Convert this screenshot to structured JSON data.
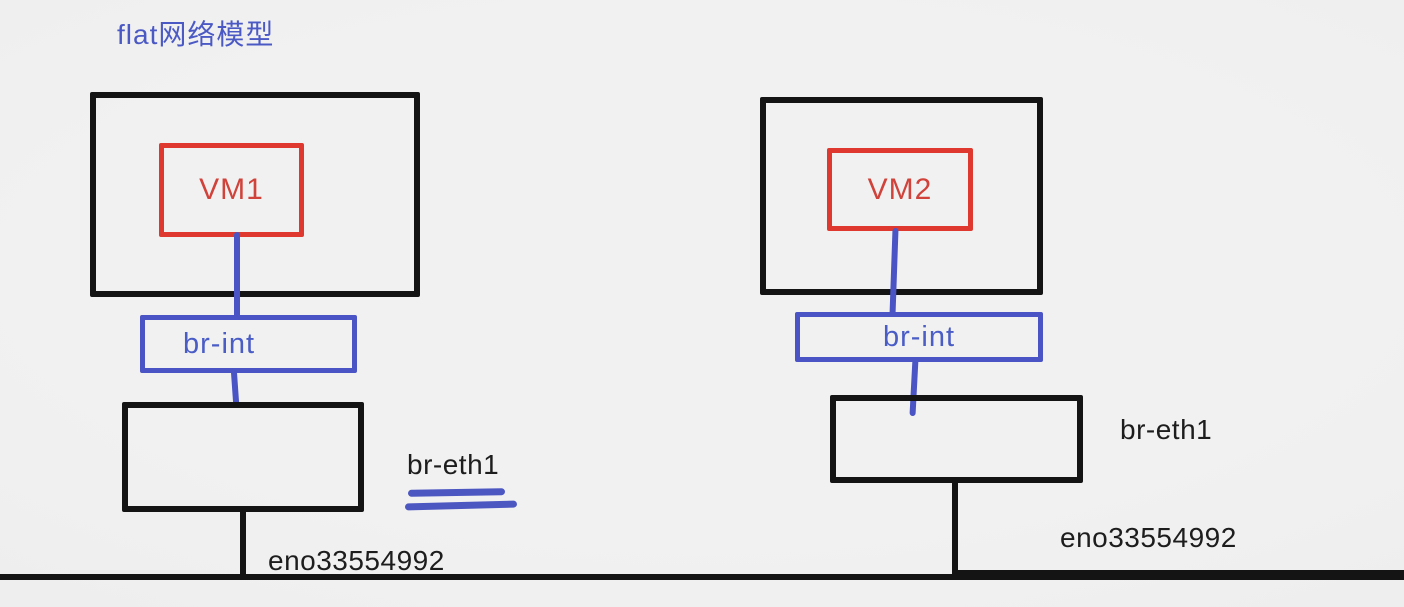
{
  "title": "flat网络模型",
  "colors": {
    "bg": "#ededed",
    "ink": "#141414",
    "blue": "#4a54c4",
    "red": "#df382e",
    "text": "#1d1d1d"
  },
  "left_host": {
    "vm": "VM1",
    "br_int": "br-int",
    "br_eth": "br-eth1",
    "nic": "eno33554992"
  },
  "right_host": {
    "vm": "VM2",
    "br_int": "br-int",
    "br_eth": "br-eth1",
    "nic": "eno33554992"
  }
}
